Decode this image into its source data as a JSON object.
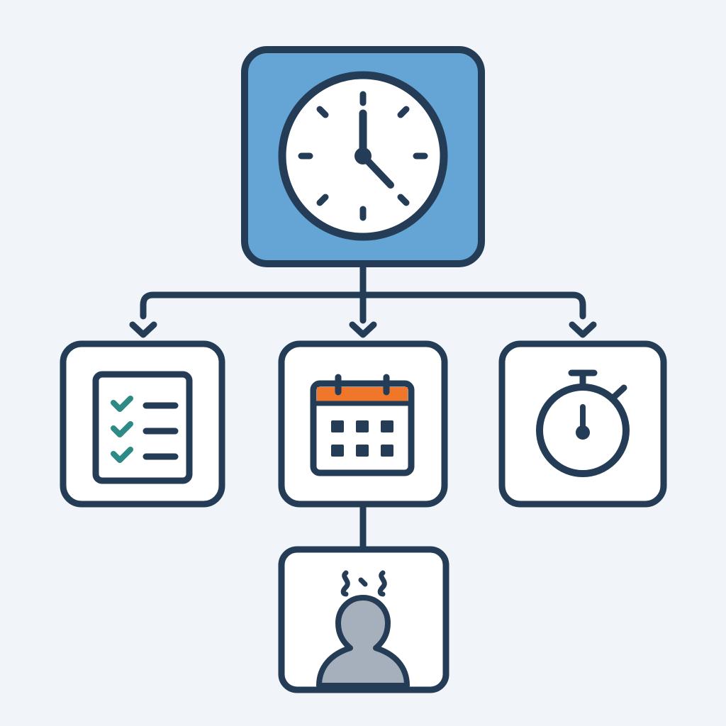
{
  "colors": {
    "background": "#f1f4f8",
    "stroke": "#243c55",
    "root_fill": "#65a5d5",
    "card_fill": "#ffffff",
    "clock_face": "#ffffff",
    "check_green": "#2d8a84",
    "calendar_header": "#f0772a",
    "person_fill": "#a6b0bd"
  },
  "nodes": [
    {
      "id": "clock",
      "icon": "clock-icon",
      "role": "root"
    },
    {
      "id": "checklist",
      "icon": "checklist-icon",
      "role": "child"
    },
    {
      "id": "calendar",
      "icon": "calendar-icon",
      "role": "child"
    },
    {
      "id": "stopwatch",
      "icon": "stopwatch-icon",
      "role": "child"
    },
    {
      "id": "stressed-person",
      "icon": "stressed-person-icon",
      "role": "grandchild"
    }
  ],
  "edges": [
    {
      "from": "clock",
      "to": "checklist",
      "arrow": true
    },
    {
      "from": "clock",
      "to": "calendar",
      "arrow": true
    },
    {
      "from": "clock",
      "to": "stopwatch",
      "arrow": true
    },
    {
      "from": "calendar",
      "to": "stressed-person",
      "arrow": false
    }
  ]
}
